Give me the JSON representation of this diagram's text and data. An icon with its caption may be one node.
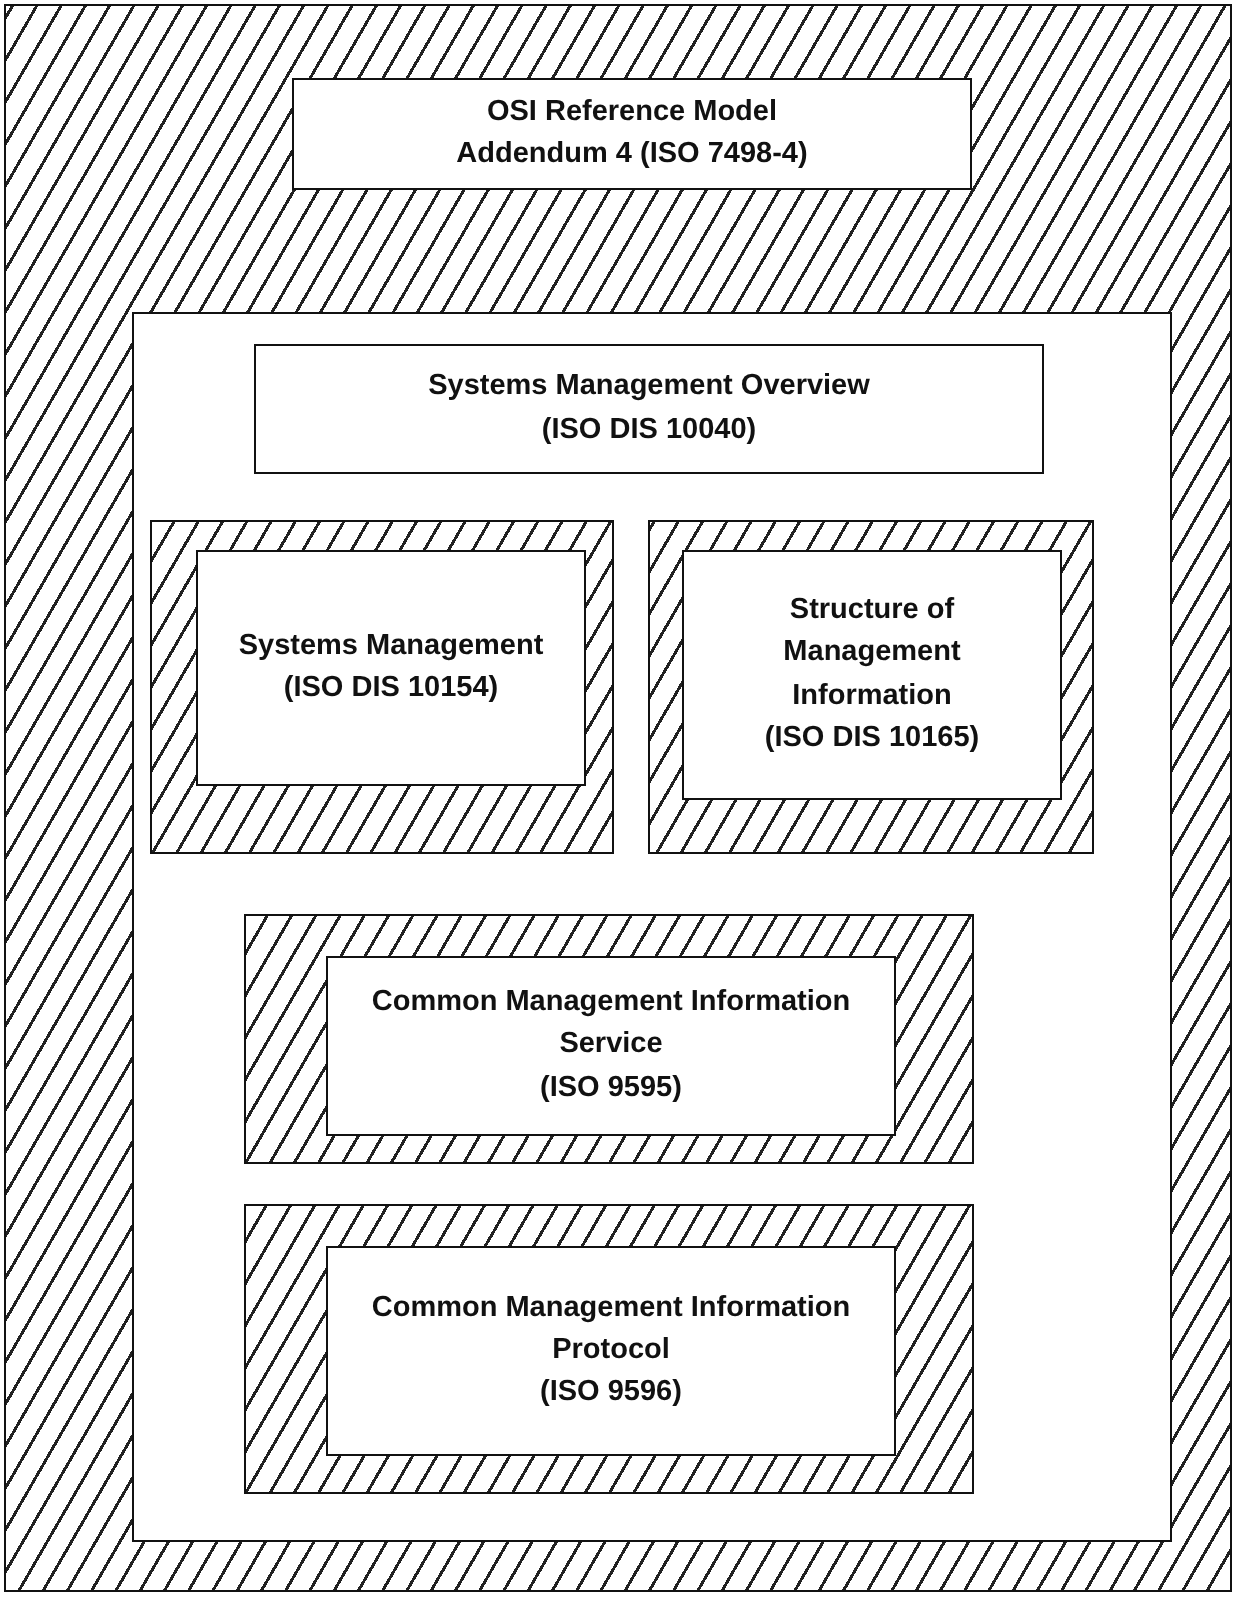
{
  "diagram": {
    "nodes": [
      {
        "text": [],
        "shape": "box"
      },
      {
        "text": [
          "OSI Reference Model",
          "Addendum 4 (ISO 7498-4)"
        ],
        "in": 0
      },
      {
        "text": [],
        "shape": "box",
        "in": 0
      },
      {
        "text": [
          "Systems Management Overview",
          "(ISO DIS 10040)"
        ],
        "in": 2
      },
      {
        "text": [],
        "shape": "box",
        "in": 2
      },
      {
        "text": [
          "Systems Management",
          "(ISO DIS 10154)"
        ],
        "in": 4
      },
      {
        "text": [],
        "shape": "box",
        "in": 2
      },
      {
        "text": [
          "Structure of Management Information",
          "(ISO DIS 10165)"
        ],
        "in": 6
      },
      {
        "text": [],
        "shape": "box",
        "in": 2
      },
      {
        "text": [
          "Common Management Information Service",
          "(ISO 9595)"
        ],
        "in": 8
      },
      {
        "text": [],
        "shape": "box",
        "in": 2
      },
      {
        "text": [
          "Common Management Information Protocol",
          "(ISO 9596)"
        ],
        "in": 10
      }
    ]
  }
}
